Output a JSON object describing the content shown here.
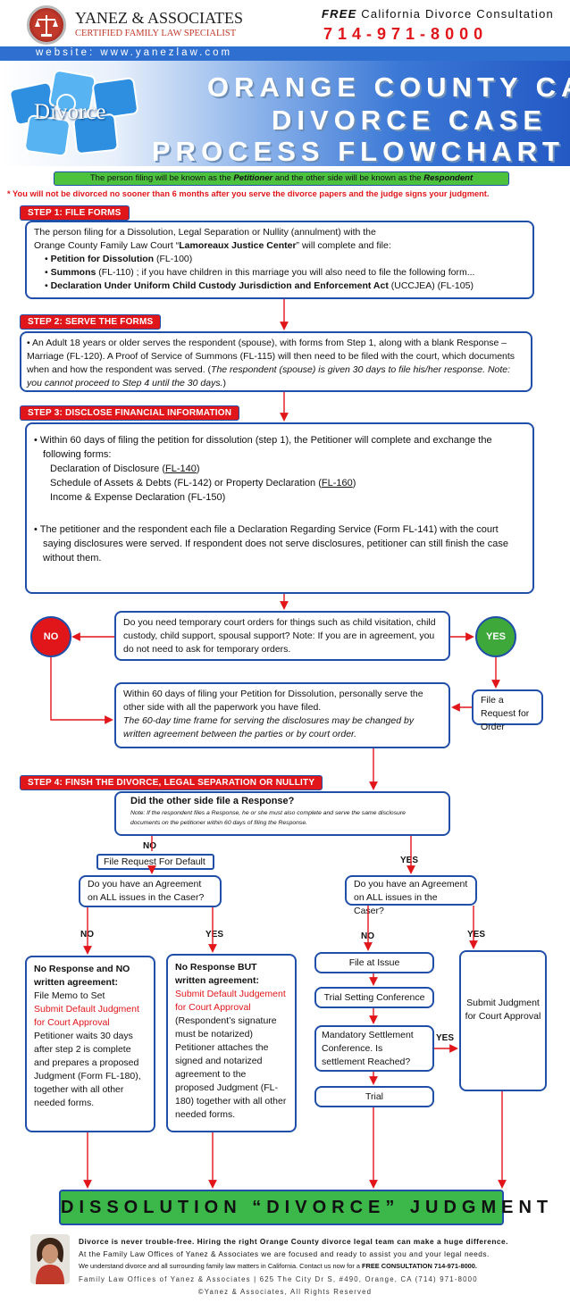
{
  "header": {
    "logo_name": "YANEZ & ASSOCIATES",
    "logo_tagline": "CERTIFIED FAMILY LAW SPECIALIST",
    "free_word": "FREE",
    "consult_text": "California Divorce Consultation",
    "phone": "714-971-8000",
    "website": "website: www.yanezlaw.com"
  },
  "banner": {
    "puzzle_word": "Divorce",
    "title_line1": "ORANGE COUNTY CA",
    "title_line2": "DIVORCE CASE",
    "title_line3": "PROCESS FLOWCHART"
  },
  "notes": {
    "petitioner_a": "The person filing will be known as the ",
    "petitioner_b": "Petitioner",
    "petitioner_c": " and the other side will be known as the ",
    "petitioner_d": "Respondent",
    "six_months": "* You will not be divorced no sooner than 6 months after you serve the divorce papers and the judge signs your judgment."
  },
  "step1": {
    "tag": "STEP 1: FILE FORMS",
    "intro1": "The person filing for a Dissolution, Legal Separation or Nullity (annulment) with the",
    "intro2a": "Orange County Family Law Court “",
    "intro2b": "Lamoreaux Justice Center",
    "intro2c": "” will complete and file:",
    "b1a": "Petition for Dissolution",
    "b1b": " (FL-100)",
    "b2a": "Summons",
    "b2b": " (FL-110) ; if you have children in this marriage you will also need to file the following form...",
    "b3a": "Declaration Under Uniform Child Custody Jurisdiction and Enforcement Act",
    "b3b": " (UCCJEA) (FL-105)"
  },
  "step2": {
    "tag": "STEP 2: SERVE THE FORMS",
    "text_a": "An Adult 18 years or older serves the respondent  (spouse), with forms from Step 1, along with a blank Response – Marriage (FL-120).  A Proof of Service of Summons (FL-115) will then need to be filed with the court, which documents when and how the respondent was served. (",
    "text_b": "The respondent (spouse) is given 30 days to file his/her response. Note: you cannot proceed to Step 4 until the 30 days.",
    "text_c": ")"
  },
  "step3": {
    "tag": "STEP 3: DISCLOSE FINANCIAL INFORMATION",
    "p1": "Within 60 days of filing the petition for dissolution (step 1), the Petitioner will complete and exchange the following forms:",
    "f1a": "Declaration of Disclosure (",
    "f1b": "FL-140",
    "f1c": ")",
    "f2a": "Schedule of Assets & Debts (FL-142) or Property Declaration (",
    "f2b": "FL-160",
    "f2c": ")",
    "f3": "Income & Expense Declaration (FL-150)",
    "p2": "The petitioner and the respondent each file a Declaration Regarding Service (Form FL-141) with the court saying disclosures were served. If respondent does not serve disclosures, petitioner can still finish the case without them."
  },
  "temp_orders": {
    "question": "Do you need temporary court orders for things such as child visitation, child custody, child support, spousal support?  Note: If you are in agreement, you do not need to ask for temporary orders.",
    "no": "NO",
    "yes": "YES"
  },
  "serve_disclosures": {
    "text": "Within 60 days of filing your Petition for Dissolution, personally serve the other side with all the paperwork you  have filed.",
    "italic": "The 60-day time frame for serving the disclosures may be changed by written agreement between the parties or by court order."
  },
  "request_order": {
    "text": "File a Request for Order"
  },
  "step4": {
    "tag": "STEP 4: FINSH THE DIVORCE, LEGAL SEPARATION OR NULLITY",
    "question": "Did the other side file a Response?",
    "note": "Note: If the respondent files a Response, he or she must also complete and serve the same disclosure documents on the petitioner within 60 days of filing the Response."
  },
  "branches": {
    "no": "NO",
    "yes": "YES",
    "default_request": "File Request For Default",
    "agreement_q": "Do you have an Agreement on ALL issues in the Caser?",
    "left_no": "NO",
    "left_yes": "YES",
    "right_no": "NO",
    "right_yes": "YES",
    "settle_yes": "YES"
  },
  "no_response_no_agreement": {
    "title": "No Response and NO written agreement:",
    "l1": "File Memo to Set",
    "l2": "Submit Default Judgment for Court Approval",
    "l3": "Petitioner waits 30 days after step 2 is complete and prepares a proposed Judgment (Form FL-180), together with all other needed forms."
  },
  "no_response_agreement": {
    "title": "No Response BUT written agreement:",
    "l1": "Submit Default Judgement for Court Approval",
    "l2": "(Respondent’s signature must be notarized) Petitioner attaches the signed and notarized agreement to the proposed Judgment (FL-180) together with all other needed forms."
  },
  "contested": {
    "issue": "File at Issue",
    "setting": "Trial Setting Conference",
    "settlement": "Mandatory Settlement Conference. Is settlement Reached?",
    "trial": "Trial"
  },
  "submit_judgment": {
    "text": "Submit Judgment for Court Approval"
  },
  "final": {
    "text": "DISSOLUTION “DIVORCE” JUDGMENT"
  },
  "footer": {
    "line1": "Divorce is never trouble-free. Hiring the right Orange County divorce legal team can make a huge difference.",
    "line2": "At the Family Law Offices of Yanez & Associates we are focused and ready to assist you and your legal needs.",
    "line3a": "We understand divorce and all surrounding family law matters in California. Contact us now for a ",
    "line3b": "FREE CONSULTATION 714-971-8000.",
    "address": "Family Law Offices of Yanez & Associates | 625 The City Dr S, #490, Orange, CA (714) 971-8000",
    "copyright": "©Yanez & Associates, All Rights Reserved"
  },
  "colors": {
    "brand_red": "#e0161b",
    "brand_blue": "#1f4fa8",
    "banner_blue": "#2f6fd0",
    "yes_green": "#3ea83b",
    "note_green": "#4cc23e",
    "final_green": "#3cb84a"
  },
  "icons": [
    "scales-icon",
    "puzzle-icon",
    "portrait-icon"
  ]
}
